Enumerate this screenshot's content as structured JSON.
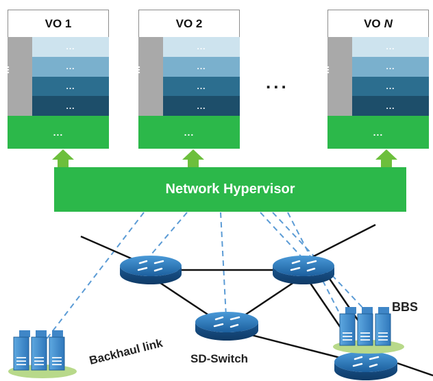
{
  "vos": [
    {
      "name": "VO 1",
      "side_glyph": "...",
      "layers": [
        "...",
        "...",
        "...",
        "..."
      ],
      "base": "..."
    },
    {
      "name": "VO 2",
      "side_glyph": "...",
      "layers": [
        "...",
        "...",
        "...",
        "..."
      ],
      "base": "..."
    },
    {
      "name": "VO",
      "name_italic": "N",
      "side_glyph": "...",
      "layers": [
        "...",
        "...",
        "...",
        "..."
      ],
      "base": "..."
    }
  ],
  "ellipsis": "...",
  "hypervisor": "Network Hypervisor",
  "labels": {
    "bbs": "BBS",
    "backhaul": "Backhaul link",
    "sd_switch": "SD-Switch"
  },
  "colors": {
    "green": "#2cb84a",
    "arrow_green": "#6cbf3c",
    "side_gray": "#a9a9a9",
    "layer1": "#cde3ee",
    "layer2": "#7ab0cd",
    "layer3": "#2c6e8f",
    "layer4": "#1d4e6a",
    "link_black": "#111111",
    "link_dashed": "#5b9bd5",
    "router": "#1f67a6"
  }
}
